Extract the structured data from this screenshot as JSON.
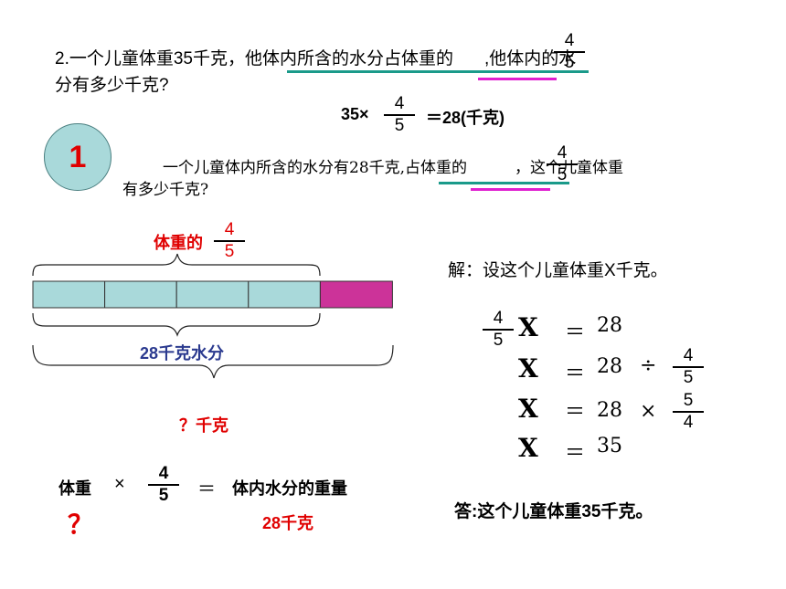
{
  "problem2": {
    "line1_pre": "2.一个儿童体重35千克，",
    "line1_mid": "他体内所含的水分占体重的",
    "line1_post": ",他体内的水",
    "line2": "分有多少千克?",
    "frac": {
      "n": "4",
      "d": "5"
    }
  },
  "calc": {
    "pre": "35×",
    "frac": {
      "n": "4",
      "d": "5"
    },
    "post": "＝28(千克)"
  },
  "badge": "1",
  "problem1": {
    "line1_pre": "一个儿童体内所含的水分有28千克,",
    "line1_mid": "占体重的",
    "line1_post": "，这个儿童体重",
    "line2": "有多少千克?",
    "frac": {
      "n": "4",
      "d": "5"
    }
  },
  "diagram": {
    "top_label": "体重的",
    "top_frac": {
      "n": "4",
      "d": "5"
    },
    "mid_label": "28千克水分",
    "bottom_label": "？千克",
    "segments": 5,
    "shaded_segments": 1,
    "colors": {
      "segment": "#a9d9da",
      "shaded": "#cc3399",
      "label_red": "#e00000",
      "label_blue": "#2b3a8f",
      "underline_teal": "#1a9a8a",
      "underline_magenta": "#e020d0"
    }
  },
  "relation": {
    "left": "体重",
    "times": "×",
    "frac": {
      "n": "4",
      "d": "5"
    },
    "equals": "＝",
    "right": "体内水分的重量",
    "question": "？",
    "value": "28千克"
  },
  "solution": {
    "header": "解：设这个儿童体重X千克。",
    "lines": [
      {
        "frac": {
          "n": "4",
          "d": "5"
        },
        "x": "X",
        "eq": "＝",
        "val": "28"
      },
      {
        "x": "X",
        "eq": "＝",
        "val": "28",
        "op": "÷",
        "frac": {
          "n": "4",
          "d": "5"
        }
      },
      {
        "x": "X",
        "eq": "＝",
        "val": "28",
        "op": "×",
        "frac": {
          "n": "5",
          "d": "4"
        }
      },
      {
        "x": "X",
        "eq": "＝",
        "val": "35"
      }
    ],
    "answer": "答:这个儿童体重35千克。"
  }
}
